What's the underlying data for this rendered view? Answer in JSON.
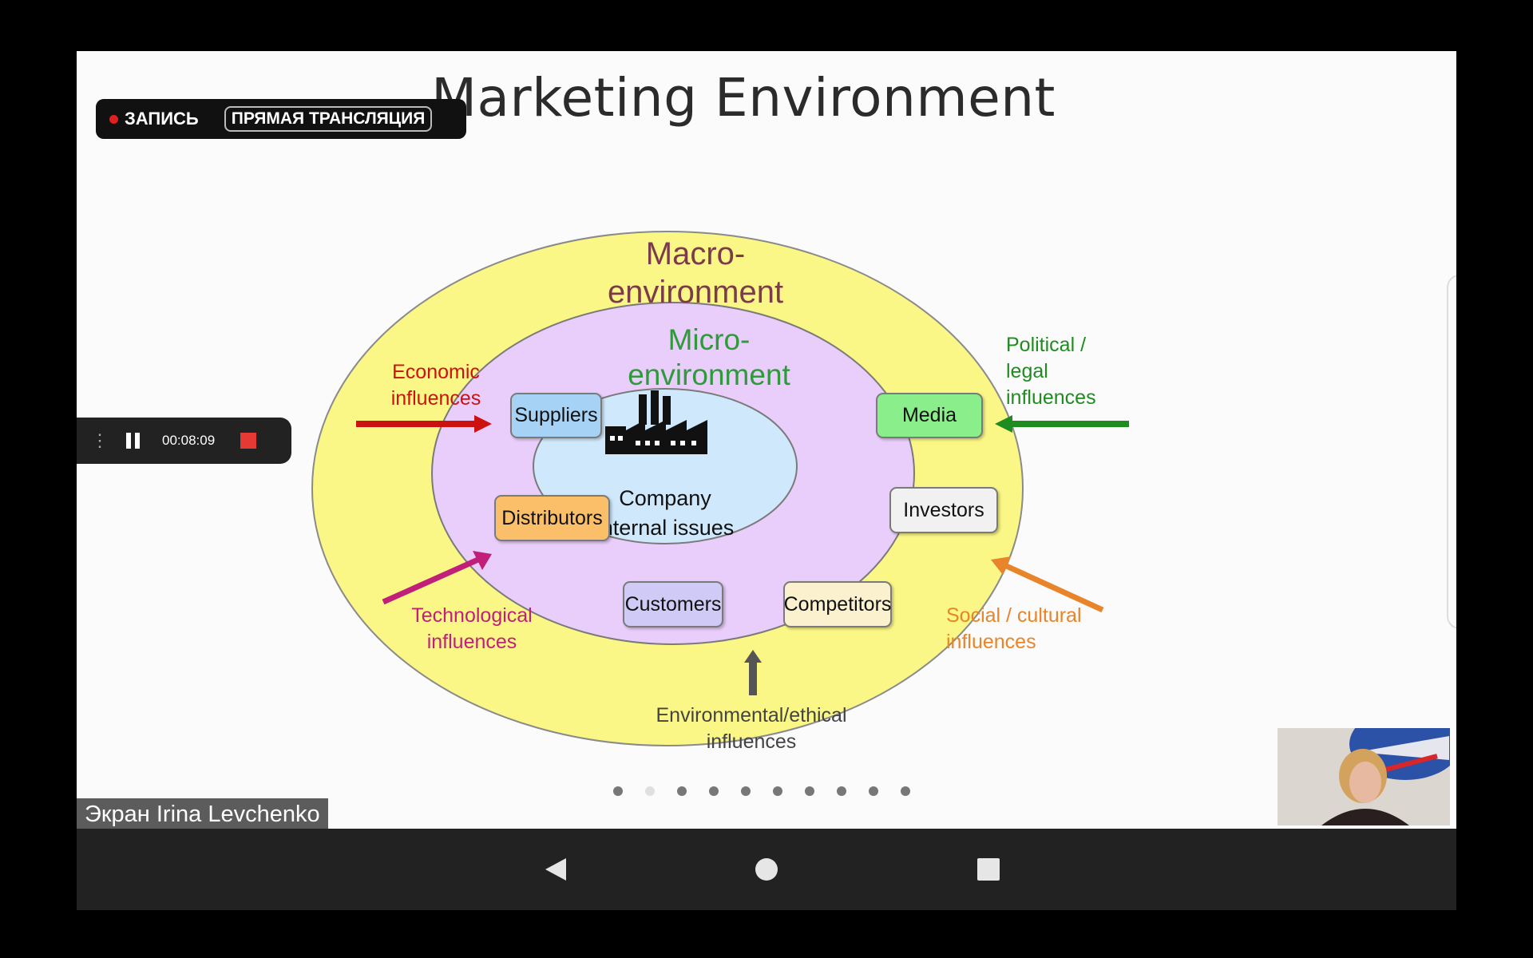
{
  "slide": {
    "title": "Marketing Environment",
    "macro_label": "Macro-environment",
    "micro_label": "Micro-environment",
    "core_line1": "Company",
    "core_line2": "internal issues",
    "boxes": {
      "suppliers": "Suppliers",
      "media": "Media",
      "distributors": "Distributors",
      "investors": "Investors",
      "customers": "Customers",
      "competitors": "Competitors"
    },
    "influences": {
      "economic": [
        "Economic",
        "influences"
      ],
      "political": [
        "Political /",
        "legal",
        "influences"
      ],
      "technological": [
        "Technological",
        "influences"
      ],
      "social": [
        "Social / cultural",
        "influences"
      ],
      "environmental": [
        "Environmental/ethical",
        "influences"
      ]
    },
    "colors": {
      "macro_fill": "#fbf786",
      "micro_fill": "#e9cdfa",
      "core_fill": "#cfe8fb",
      "economic": "#cc1111",
      "political": "#1e8c1e",
      "technological": "#c0207a",
      "social": "#e8842a",
      "environmental": "#4a4a4a",
      "macro_text": "#7a3b4a",
      "micro_text": "#2f9a3a"
    },
    "pager": {
      "count": 10,
      "active_index": 1
    }
  },
  "recording": {
    "rec_label": "ЗАПИСЬ",
    "live_label": "ПРЯМАЯ ТРАНСЛЯЦИЯ"
  },
  "timer": {
    "elapsed": "00:08:09"
  },
  "presenter": {
    "label": "Экран Irina Levchenko"
  },
  "navbar": {
    "icons": [
      "back-icon",
      "home-icon",
      "recents-icon"
    ]
  }
}
